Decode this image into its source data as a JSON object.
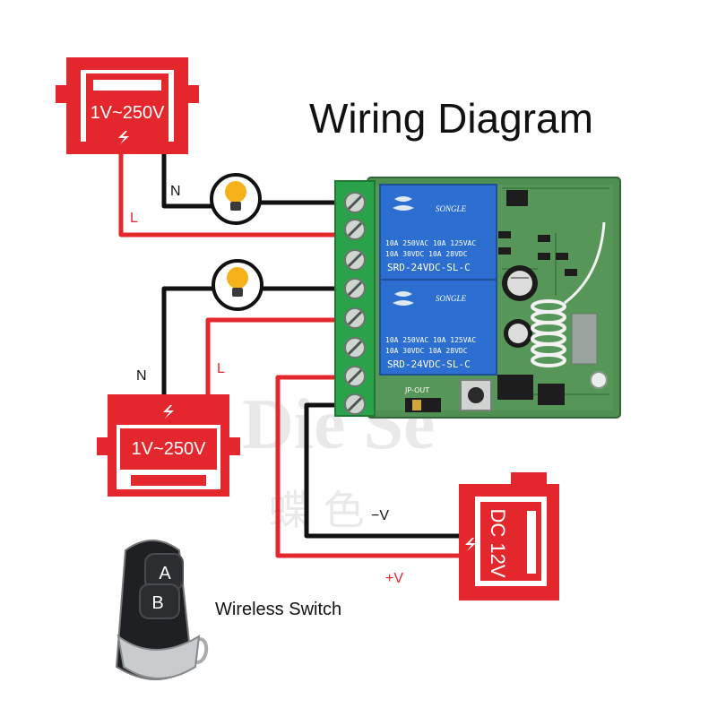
{
  "title": "Wiring Diagram",
  "power_supply_top": {
    "voltage": "1V~250V"
  },
  "power_supply_bottom": {
    "voltage": "1V~250V"
  },
  "dc_supply": {
    "voltage": "DC 12V"
  },
  "wire_labels": {
    "top_neutral": "N",
    "top_live": "L",
    "bottom_neutral": "N",
    "bottom_live": "L",
    "dc_negative": "−V",
    "dc_positive": "+V"
  },
  "remote": {
    "button_a": "A",
    "button_b": "B",
    "caption": "Wireless Switch"
  },
  "relay_module": {
    "relay_brand": "SONGLE",
    "relay_rating_line1": "10A 250VAC  10A 125VAC",
    "relay_rating_line2": "10A  30VDC  10A  28VDC",
    "relay_model": "SRD-24VDC-SL-C",
    "jumper_label": "JP-OUT"
  },
  "watermark": {
    "text": "Die Se",
    "chars": "蝶  色"
  },
  "colors": {
    "supply_red": "#e4262d",
    "wire_black": "#111111",
    "wire_red": "#e4262d",
    "pcb_green": "#4a8a4a",
    "relay_blue": "#2d6fd0",
    "terminal_green": "#2aa24a",
    "bulb_yellow": "#f6b21a"
  }
}
